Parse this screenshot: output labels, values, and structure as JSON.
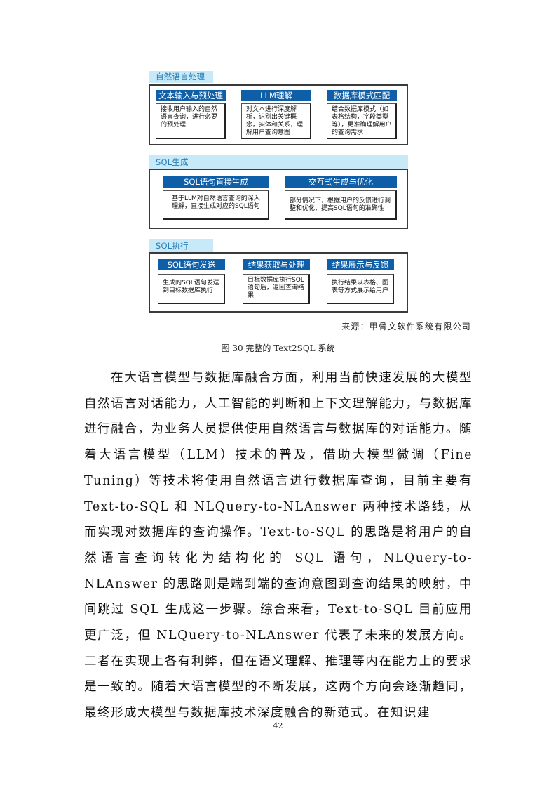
{
  "figure": {
    "sections": [
      {
        "title": "自然语言处理",
        "cards": [
          {
            "title": "文本输入与预处理",
            "body": "接收用户输入的自然语言查询，进行必要的预处理"
          },
          {
            "title": "LLM理解",
            "body": "对文本进行深度解析，识别出关键概念，实体和关系，理解用户查询意图"
          },
          {
            "title": "数据库模式匹配",
            "body": "结合数据库模式（如表格结构，字段类型等），更准确理解用户的查询需求"
          }
        ]
      },
      {
        "title": "SQL生成",
        "cards": [
          {
            "title": "SQL语句直接生成",
            "body": "基于LLM对自然语言查询的深入理解，直接生成对应的SQL语句"
          },
          {
            "title": "交互式生成与优化",
            "body": "部分情况下，根据用户的反馈进行调整和优化，提高SQL语句的准确性"
          }
        ]
      },
      {
        "title": "SQL执行",
        "cards": [
          {
            "title": "SQL语句发送",
            "body": "生成的SQL语句发送到目标数据库执行"
          },
          {
            "title": "结果获取与处理",
            "body": "目标数据库执行SQL语句后，返回查询结果"
          },
          {
            "title": "结果展示与反馈",
            "body": "执行结果以表格、图表等方式展示给用户"
          }
        ]
      }
    ],
    "source": "来源：甲骨文软件系统有限公司",
    "caption": "图 30 完整的 Text2SQL 系统"
  },
  "body": {
    "paragraph": "在大语言模型与数据库融合方面，利用当前快速发展的大模型自然语言对话能力，人工智能的判断和上下文理解能力，与数据库进行融合，为业务人员提供使用自然语言与数据库的对话能力。随着大语言模型（LLM）技术的普及，借助大模型微调（Fine Tuning）等技术将使用自然语言进行数据库查询，目前主要有 Text-to-SQL 和 NLQuery-to-NLAnswer 两种技术路线，从而实现对数据库的查询操作。Text-to-SQL 的思路是将用户的自然语言查询转化为结构化的 SQL 语句，NLQuery-to-NLAnswer 的思路则是端到端的查询意图到查询结果的映射，中间跳过 SQL 生成这一步骤。综合来看，Text-to-SQL 目前应用更广泛，但 NLQuery-to-NLAnswer 代表了未来的发展方向。二者在实现上各有利弊，但在语义理解、推理等内在能力上的要求是一致的。随着大语言模型的不断发展，这两个方向会逐渐趋同，最终形成大模型与数据库技术深度融合的新范式。在知识建"
  },
  "page_number": "42"
}
